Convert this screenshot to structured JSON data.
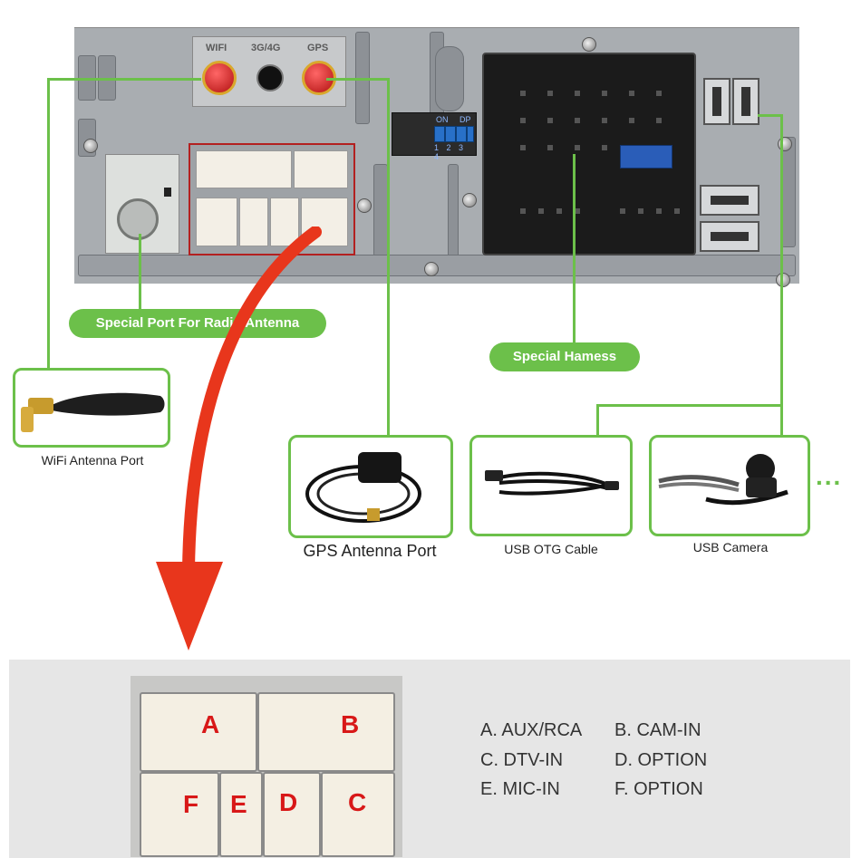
{
  "labels": {
    "wifi_connector": "WIFI",
    "mobile_connector": "3G/4G",
    "gps_connector": "GPS",
    "dip_on": "ON",
    "dip_dp": "DP",
    "dip_numbers": "1 2 3 4"
  },
  "callouts": {
    "radio_antenna": "Special Port For Radio Antenna",
    "harness": "Special Hamess"
  },
  "captions": {
    "wifi": "WiFi Antenna Port",
    "gps": "GPS Antenna Port",
    "usb_otg": "USB OTG Cable",
    "usb_camera": "USB Camera",
    "more": "..."
  },
  "connector_letters": [
    "A",
    "B",
    "F",
    "E",
    "D",
    "C"
  ],
  "legend": [
    [
      "A. AUX/RCA",
      "B. CAM-IN"
    ],
    [
      "C. DTV-IN",
      "D. OPTION"
    ],
    [
      "E. MIC-IN",
      "F. OPTION"
    ]
  ],
  "colors": {
    "accent_green": "#6cc04a",
    "arrow_red": "#e8361c",
    "outline_red": "#b32020",
    "letter_red": "#d81818"
  }
}
